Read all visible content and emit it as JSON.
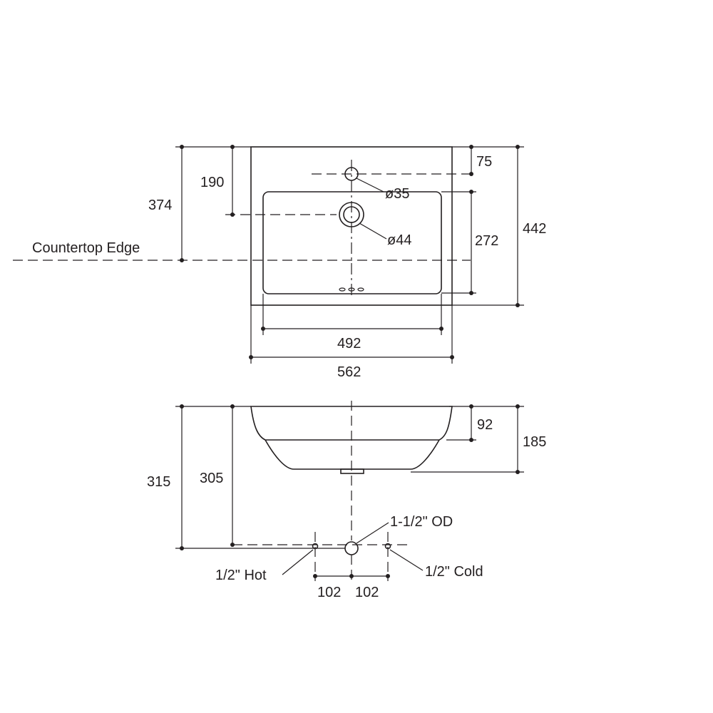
{
  "top_view": {
    "countertop_label": "Countertop Edge",
    "dim_374": "374",
    "dim_190": "190",
    "dim_75": "75",
    "dim_272": "272",
    "dim_442": "442",
    "dim_492": "492",
    "dim_562": "562",
    "hole_35": "ø35",
    "hole_44": "ø44"
  },
  "side_view": {
    "dim_315": "315",
    "dim_305": "305",
    "dim_92": "92",
    "dim_185": "185",
    "drain_label": "1-1/2\" OD",
    "hot_label": "1/2\" Hot",
    "cold_label": "1/2\" Cold",
    "dim_102_left": "102",
    "dim_102_right": "102"
  }
}
